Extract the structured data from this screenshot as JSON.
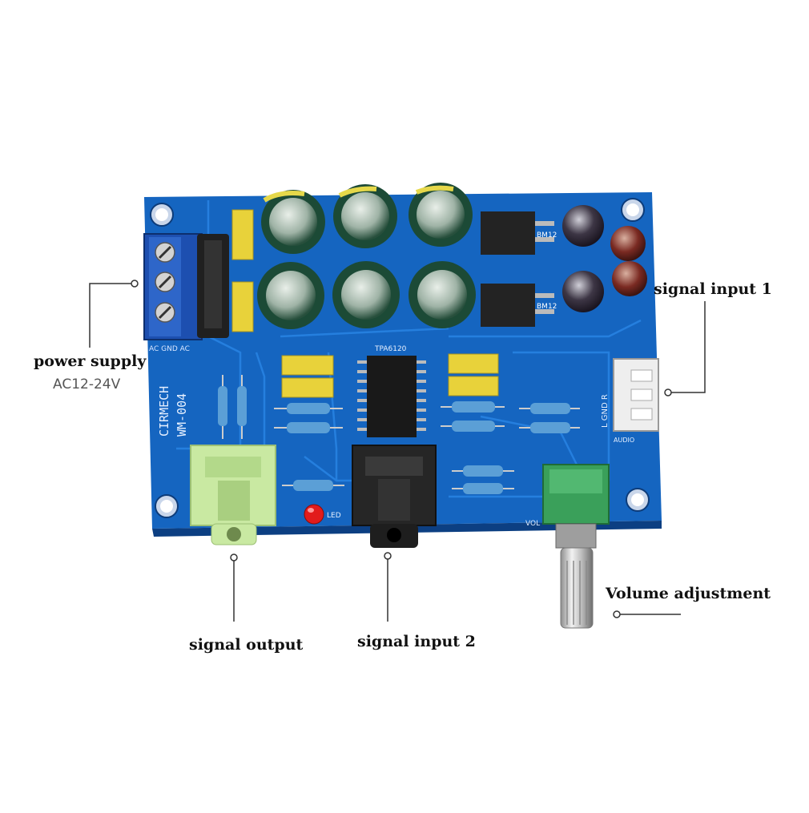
{
  "labels": {
    "power_supply": "power supply",
    "power_voltage": "AC12-24V",
    "signal_input_1": "signal input 1",
    "signal_input_2": "signal input 2",
    "signal_output": "signal output",
    "volume_adjustment": "Volume adjustment"
  },
  "board": {
    "brand": "CIRMECH",
    "model": "WM-004",
    "chip": "TPA6120",
    "regulator": "BM12",
    "audio_header": "AUDIO",
    "header_pins": "L GND R",
    "power_pins": "AC GND AC",
    "led_label": "LED",
    "vol_label": "VOL"
  },
  "colors": {
    "pcb": "#1565c0",
    "pcb_light": "#1f7ad6",
    "capacitor": "#1c4a36",
    "yellow_cap": "#e8d23a",
    "terminal": "#1d4fb0",
    "pot": "#3aa05a",
    "jack_green": "#c9e9a2"
  }
}
